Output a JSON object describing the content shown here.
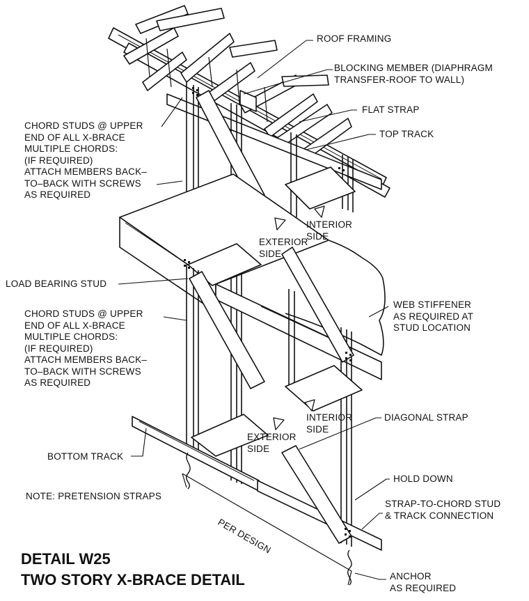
{
  "callouts": {
    "roof_framing": "ROOF FRAMING",
    "blocking_member": "BLOCKING MEMBER (DIAPHRAGM\nTRANSFER-ROOF TO WALL)",
    "flat_strap": "FLAT STRAP",
    "top_track": "TOP TRACK",
    "chord_studs_upper": "CHORD STUDS @ UPPER\nEND OF ALL X-BRACE\nMULTIPLE CHORDS:\n(IF REQUIRED)\nATTACH MEMBERS BACK–\nTO–BACK WITH SCREWS\nAS REQUIRED",
    "interior_side_upper": "INTERIOR\nSIDE",
    "exterior_side_upper": "EXTERIOR\nSIDE",
    "load_bearing_stud": "LOAD BEARING STUD",
    "web_stiffener": "WEB STIFFENER\nAS REQUIRED AT\nSTUD LOCATION",
    "chord_studs_lower": "CHORD STUDS @ UPPER\nEND OF ALL X-BRACE\nMULTIPLE CHORDS:\n(IF REQUIRED)\nATTACH MEMBERS BACK–\nTO–BACK WITH SCREWS\nAS REQUIRED",
    "interior_side_lower": "INTERIOR\nSIDE",
    "diagonal_strap": "DIAGONAL STRAP",
    "exterior_side_lower": "EXTERIOR\nSIDE",
    "bottom_track": "BOTTOM TRACK",
    "hold_down": "HOLD DOWN",
    "note": "NOTE: PRETENSION STRAPS",
    "strap_to_chord": "STRAP-TO-CHORD STUD\n& TRACK CONNECTION",
    "per_design": "PER DESIGN",
    "anchor": "ANCHOR\nAS REQUIRED"
  },
  "title": {
    "line1": "DETAIL W25",
    "line2": "TWO STORY X-BRACE DETAIL"
  }
}
